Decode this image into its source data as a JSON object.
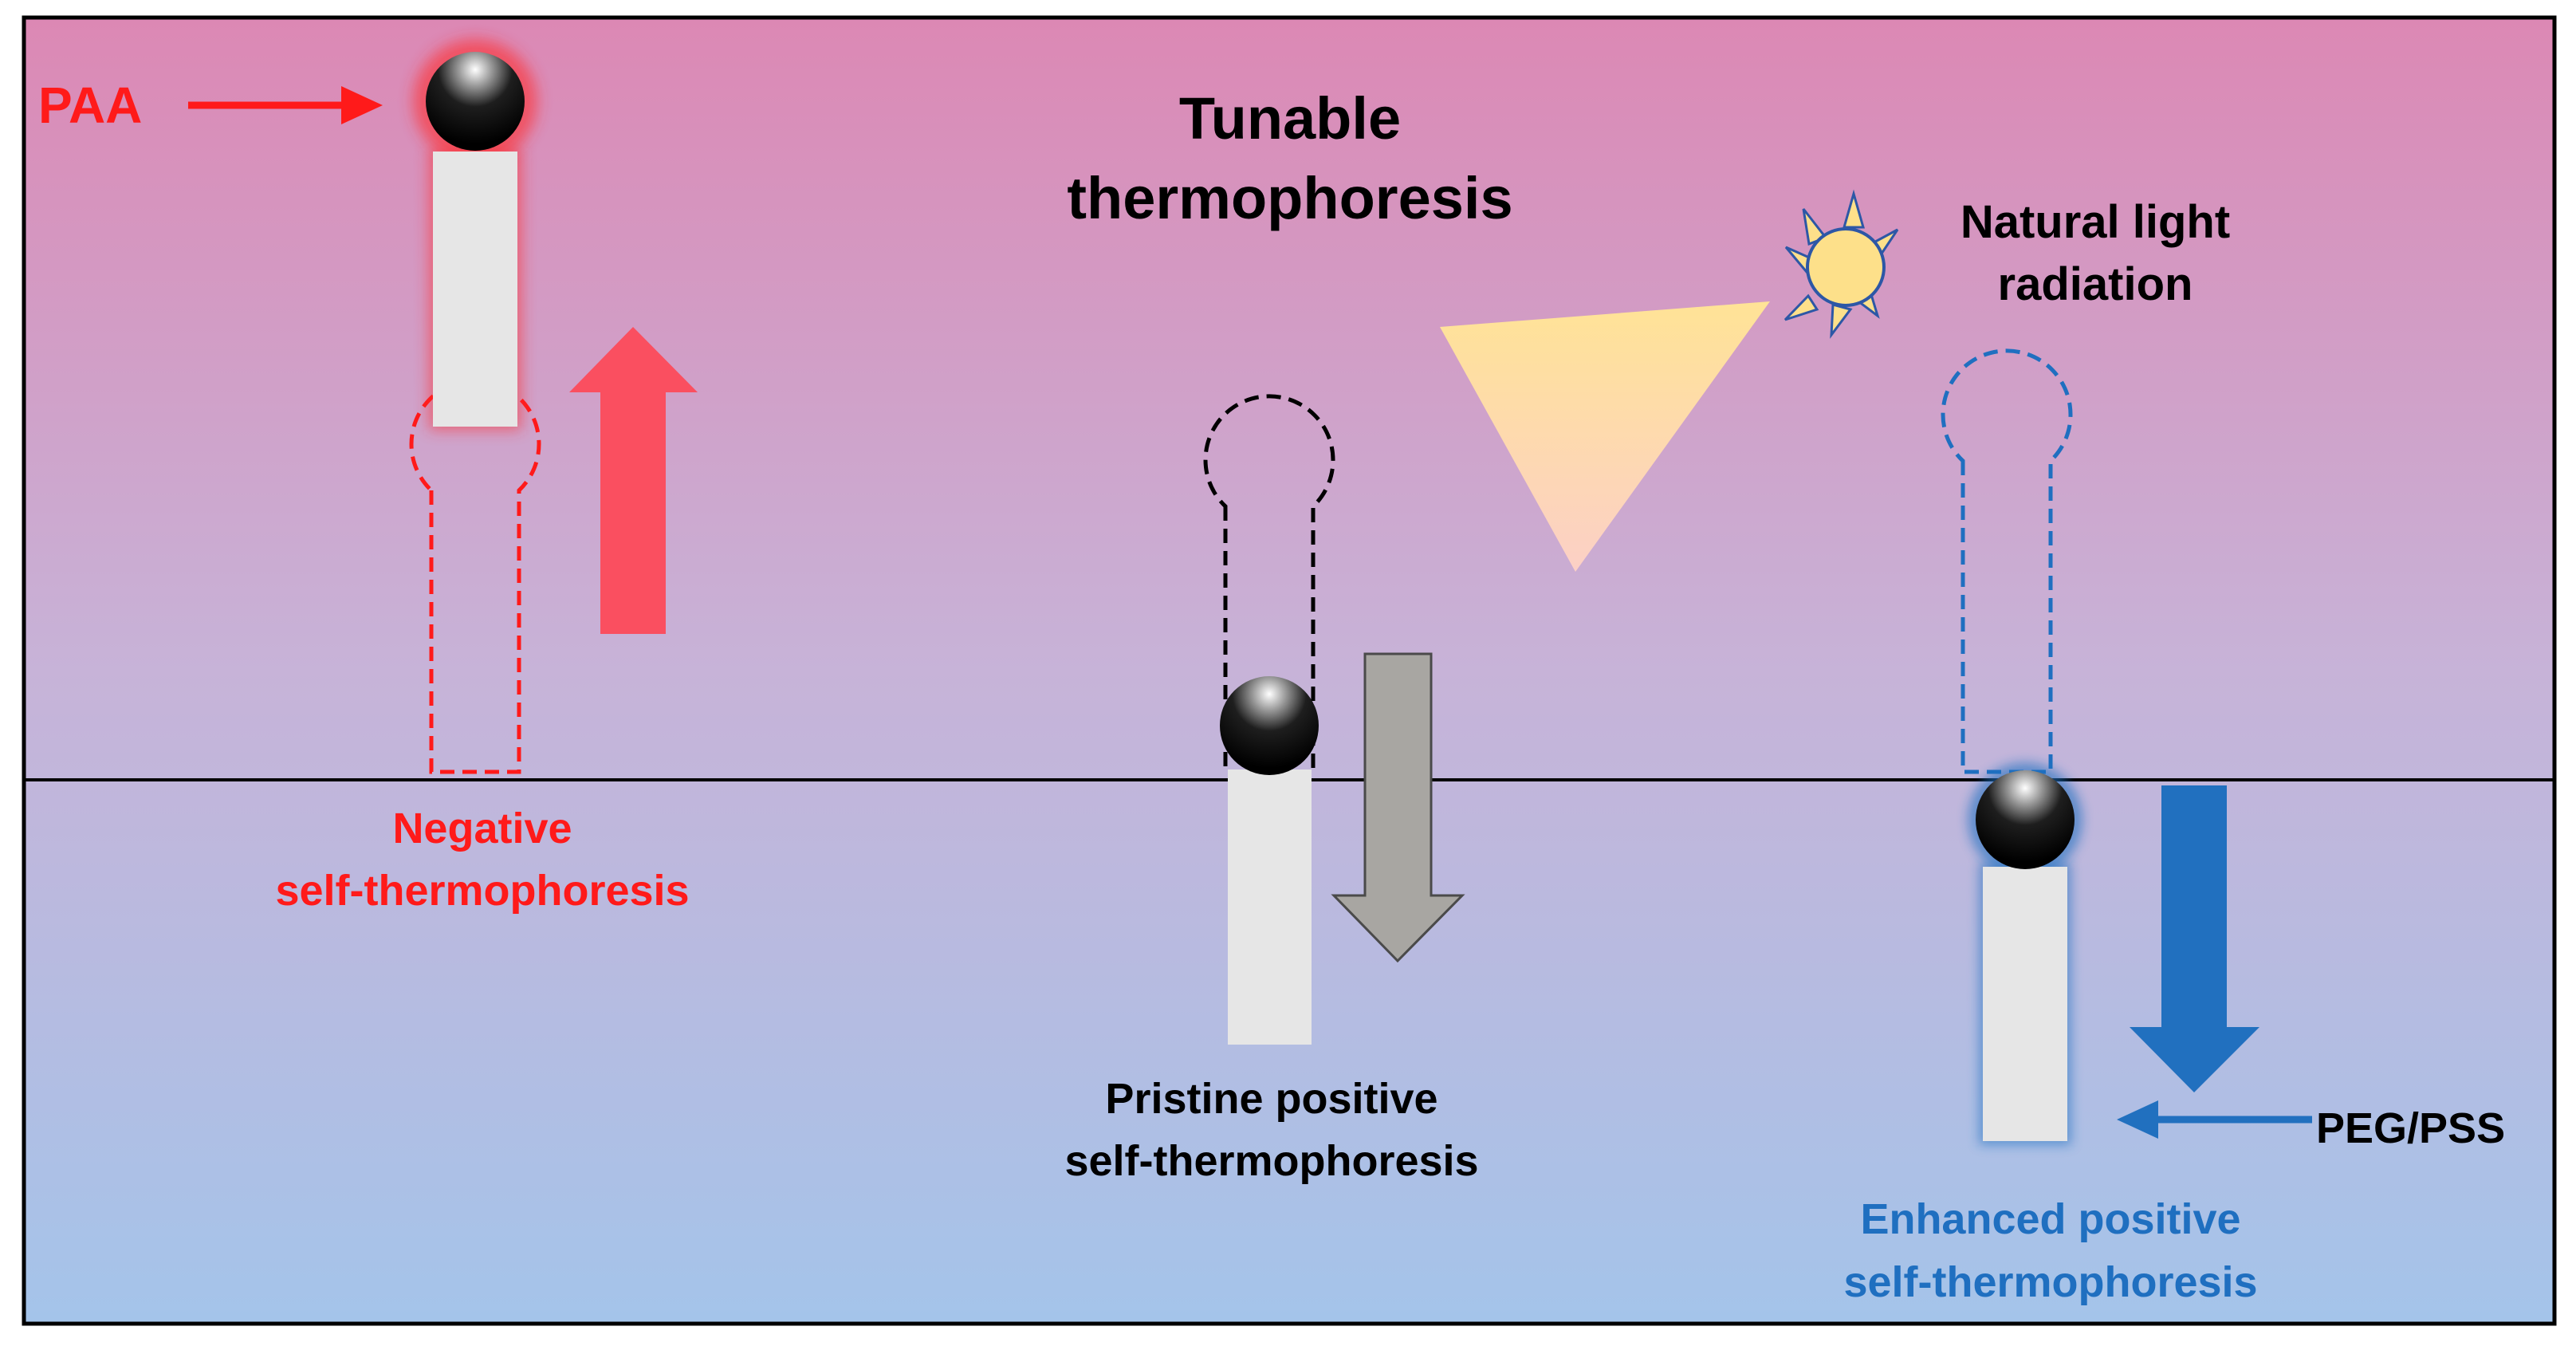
{
  "title": {
    "line1": "Tunable",
    "line2": "thermophoresis"
  },
  "light": {
    "line1": "Natural light",
    "line2": "radiation",
    "icon": "sun-icon"
  },
  "labels": {
    "paa": "PAA",
    "peg_pss": "PEG/PSS",
    "negative_line1": "Negative",
    "negative_line2": "self-thermophoresis",
    "pristine_line1": "Pristine positive",
    "pristine_line2": "self-thermophoresis",
    "enhanced_line1": "Enhanced positive",
    "enhanced_line2": "self-thermophoresis"
  },
  "colors": {
    "top_background": "#dc88b4",
    "mid_background": "#c6b2d8",
    "bottom_background": "#a6c4ea",
    "negative": "#ff1a1a",
    "negative_arrow": "#fa4f60",
    "pristine": "#000000",
    "pristine_arrow": "#a8a6a2",
    "enhanced": "#1f6fc0",
    "enhanced_arrow": "#2170bf",
    "rod": "#e6e6e6",
    "sun": "#fde08a",
    "light_beam": "#ffe49a"
  }
}
